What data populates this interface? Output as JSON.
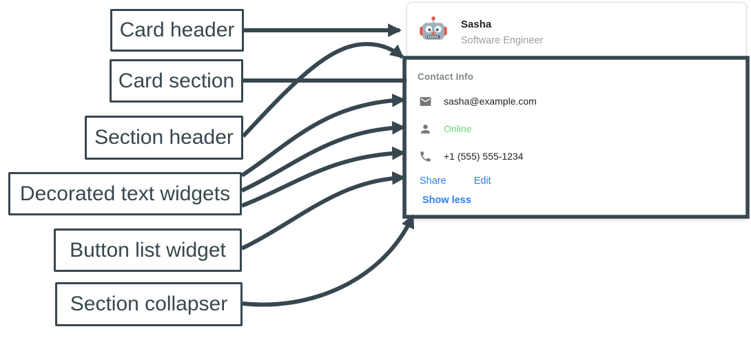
{
  "annotations": {
    "arrow_color": "#37474f",
    "labels": [
      {
        "id": "card-header",
        "text": "Card header"
      },
      {
        "id": "card-section",
        "text": "Card section"
      },
      {
        "id": "section-header",
        "text": "Section header"
      },
      {
        "id": "decorated-text-widgets",
        "text": "Decorated text widgets"
      },
      {
        "id": "button-list-widget",
        "text": "Button list widget"
      },
      {
        "id": "section-collapser",
        "text": "Section collapser"
      }
    ]
  },
  "card": {
    "header": {
      "avatar_icon": "robot-avatar",
      "name": "Sasha",
      "role": "Software Engineer"
    },
    "section": {
      "title": "Contact Info",
      "rows": [
        {
          "icon": "email-icon",
          "text": "sasha@example.com"
        },
        {
          "icon": "person-icon",
          "text": "Online",
          "status_color": "#6bd46f"
        },
        {
          "icon": "phone-icon",
          "text": "+1 (555) 555-1234"
        }
      ],
      "buttons": [
        {
          "label": "Share"
        },
        {
          "label": "Edit"
        }
      ],
      "collapser_label": "Show less"
    },
    "colors": {
      "accent_blue": "#2e7df0",
      "online_green": "#6bd46f",
      "highlight_outline": "#37474f"
    }
  }
}
